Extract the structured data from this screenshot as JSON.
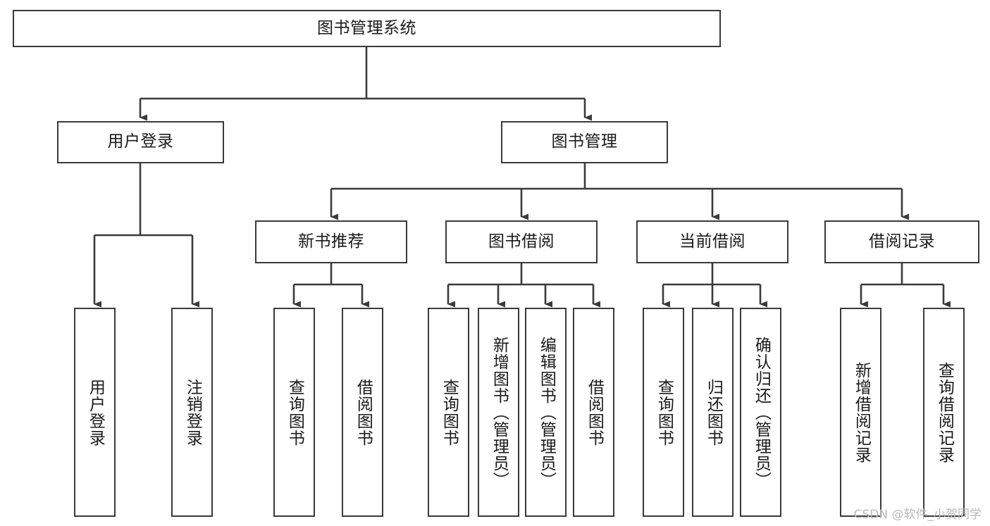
{
  "diagram": {
    "title": "图书管理系统",
    "type": "tree-hierarchy-diagram",
    "colors": {
      "box_border": "#3a3a3a",
      "box_fill": "#ffffff",
      "connector": "#3a3a3a",
      "text": "#1a1a1a",
      "watermark": "#b9b9b9",
      "background": "#ffffff"
    },
    "root": {
      "label": "图书管理系统"
    },
    "level2": [
      {
        "label": "用户登录"
      },
      {
        "label": "图书管理"
      }
    ],
    "level3": [
      {
        "label": "新书推荐"
      },
      {
        "label": "图书借阅"
      },
      {
        "label": "当前借阅"
      },
      {
        "label": "借阅记录"
      }
    ],
    "leaves": {
      "user_login": [
        {
          "label": "用户登录"
        },
        {
          "label": "注销登录"
        }
      ],
      "new_book_recommend": [
        {
          "label": "查询图书"
        },
        {
          "label": "借阅图书"
        }
      ],
      "book_borrow": [
        {
          "label": "查询图书"
        },
        {
          "label": "新增图书（管理员）"
        },
        {
          "label": "编辑图书（管理员）"
        },
        {
          "label": "借阅图书"
        }
      ],
      "current_borrow": [
        {
          "label": "查询图书"
        },
        {
          "label": "归还图书"
        },
        {
          "label": "确认归还（管理员）"
        }
      ],
      "borrow_record": [
        {
          "label": "新增借阅记录"
        },
        {
          "label": "查询借阅记录"
        }
      ]
    },
    "watermark": "CSDN @软件_小贺同学"
  }
}
